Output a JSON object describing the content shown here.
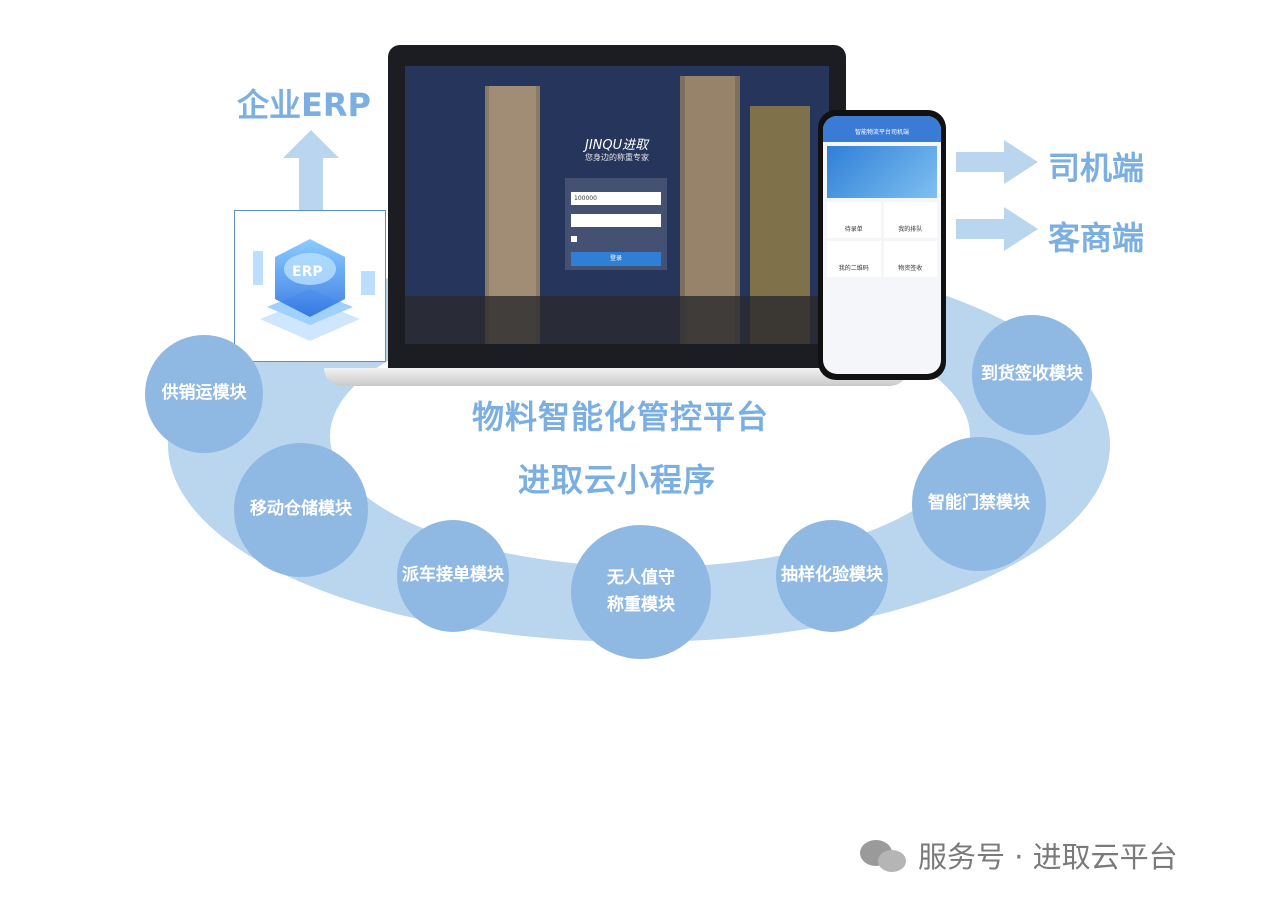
{
  "erp_label": "企业ERP",
  "erp_box_text": "ERP",
  "driver_label": "司机端",
  "merchant_label": "客商端",
  "platform_title": "物料智能化管控平台",
  "mini_program_title": "进取云小程序",
  "laptop": {
    "brand": "JINQU进取",
    "slogan": "您身边的称重专家",
    "username": "100000",
    "login_button": "登录"
  },
  "phone": {
    "header": "智能物流平台司机端",
    "tiles": [
      "待录单",
      "我的排队",
      "我的二维码",
      "物资签收"
    ]
  },
  "modules": {
    "supply_sales_transport": "供销运模块",
    "mobile_warehouse": "移动仓储模块",
    "dispatch_order": "派车接单模块",
    "unmanned_weighing": "无人值守\n称重模块",
    "sampling_assay": "抽样化验模块",
    "smart_access": "智能门禁模块",
    "arrival_receipt": "到货签收模块"
  },
  "watermark": "服务号 · 进取云平台",
  "colors": {
    "ring": "#b9d6ee",
    "bubble": "#8fb8e2",
    "accent_text": "#7bafe2",
    "arrow": "#b9d6ee"
  }
}
